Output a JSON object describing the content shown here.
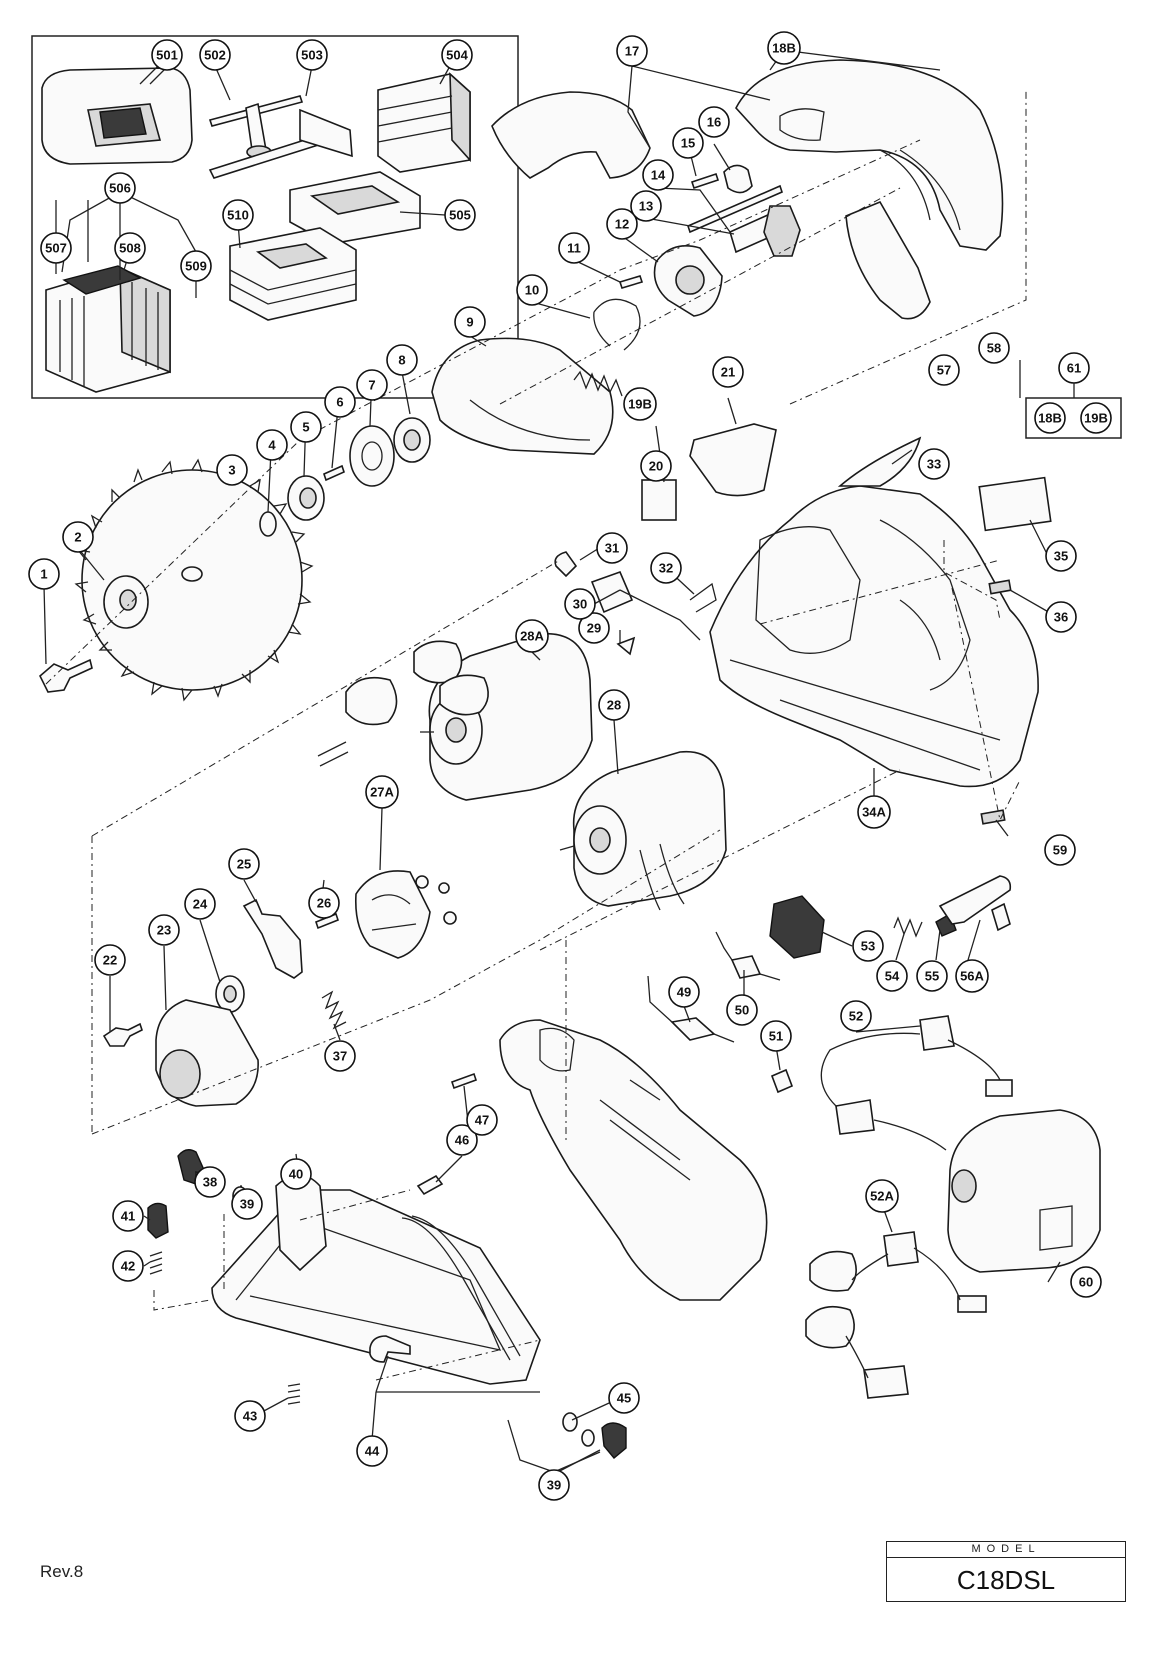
{
  "revision": "Rev.8",
  "model": {
    "label": "MODEL",
    "value": "C18DSL"
  },
  "set_box": {
    "id": "61",
    "contents": [
      "18B",
      "19B"
    ]
  },
  "callouts": [
    "501",
    "502",
    "503",
    "504",
    "505",
    "506",
    "507",
    "508",
    "509",
    "510",
    "1",
    "2",
    "3",
    "4",
    "5",
    "6",
    "7",
    "8",
    "9",
    "10",
    "11",
    "12",
    "13",
    "14",
    "15",
    "16",
    "17",
    "18B",
    "19B",
    "20",
    "21",
    "22",
    "23",
    "24",
    "25",
    "26",
    "27A",
    "28",
    "28A",
    "29",
    "30",
    "31",
    "32",
    "33",
    "34A",
    "35",
    "36",
    "37",
    "38",
    "39",
    "39",
    "40",
    "41",
    "42",
    "43",
    "44",
    "45",
    "46",
    "47",
    "49",
    "50",
    "51",
    "52",
    "52A",
    "53",
    "54",
    "55",
    "56A",
    "57",
    "58",
    "59",
    "60"
  ]
}
